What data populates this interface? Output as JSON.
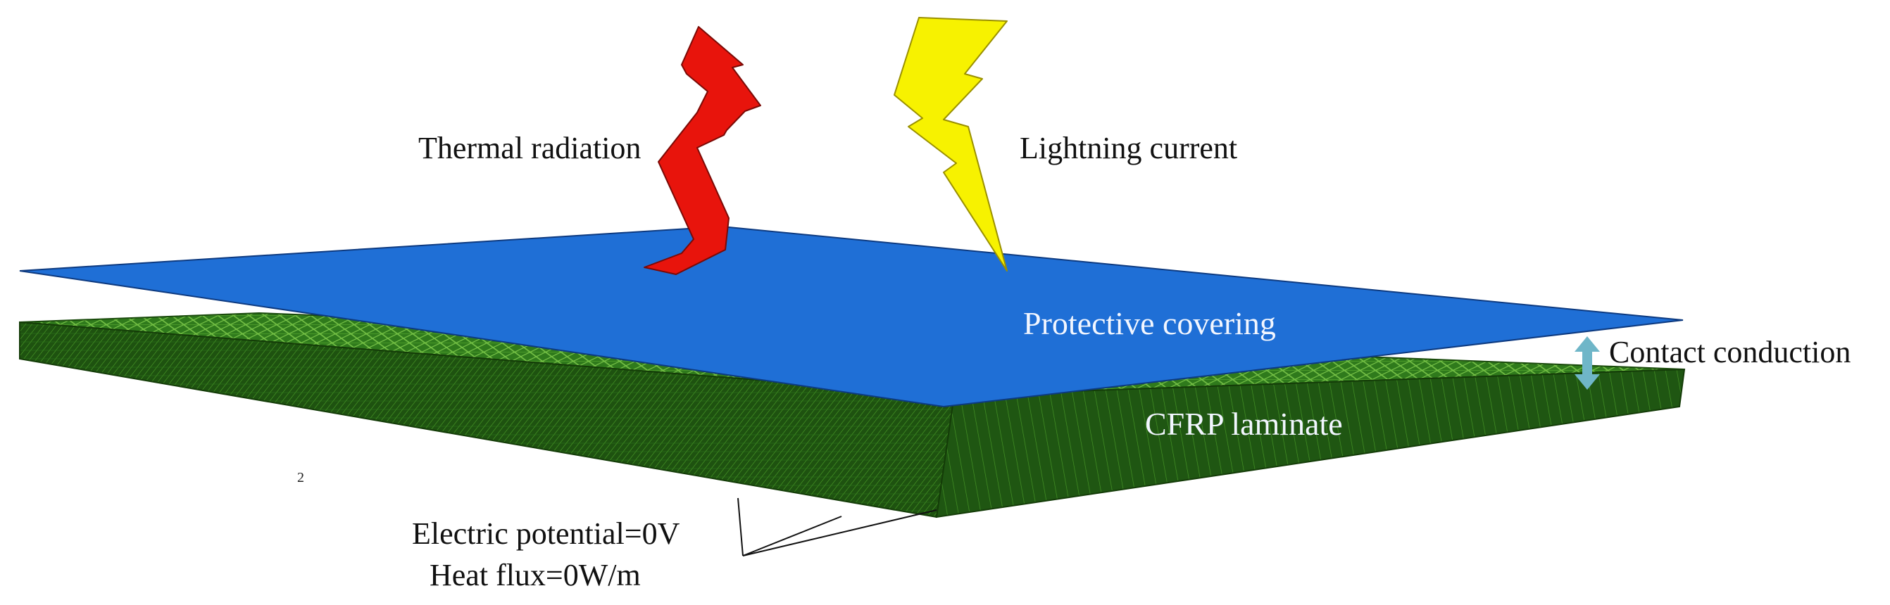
{
  "labels": {
    "thermal_radiation": "Thermal radiation",
    "lightning_current": "Lightning current",
    "protective_covering": "Protective covering",
    "contact_conduction": "Contact conduction",
    "cfrp_laminate": "CFRP laminate",
    "electric_potential": "Electric potential=0V",
    "heat_flux": "Heat flux=0W/m",
    "exponent": "2"
  },
  "colors": {
    "protective_covering": "#1f6fd6",
    "laminate_top": "#2f7a1c",
    "laminate_side": "#1e5210",
    "laminate_mesh": "#7fcf4a",
    "thermal_arrow": "#e8140c",
    "lightning_bolt": "#f7f200",
    "contact_arrow": "#6fb6c8",
    "white_text": "#f2f6ff"
  },
  "icons": {
    "thermal_radiation": "red-zigzag-arrow-icon",
    "lightning_current": "yellow-lightning-bolt-icon",
    "contact_conduction": "double-headed-arrow-icon"
  }
}
